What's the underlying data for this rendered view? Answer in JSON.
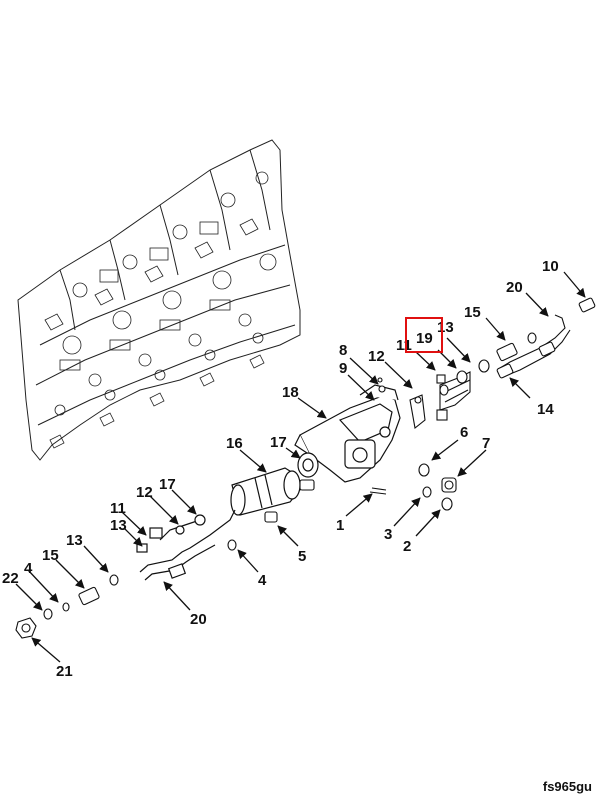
{
  "callouts": {
    "c1": "1",
    "c2": "2",
    "c3": "3",
    "c4a": "4",
    "c4b": "4",
    "c5": "5",
    "c6": "6",
    "c7": "7",
    "c8": "8",
    "c9": "9",
    "c10": "10",
    "c11a": "11",
    "c11b": "11",
    "c12a": "12",
    "c12b": "12",
    "c13a": "13",
    "c13b": "13",
    "c13c": "13",
    "c14": "14",
    "c15a": "15",
    "c15b": "15",
    "c16": "16",
    "c17a": "17",
    "c17b": "17",
    "c18": "18",
    "c19": "19",
    "c20a": "20",
    "c20b": "20",
    "c21": "21",
    "c22": "22"
  },
  "reference_code": "fs965gu",
  "highlight_color": "#e01010",
  "line_color": "#111111"
}
